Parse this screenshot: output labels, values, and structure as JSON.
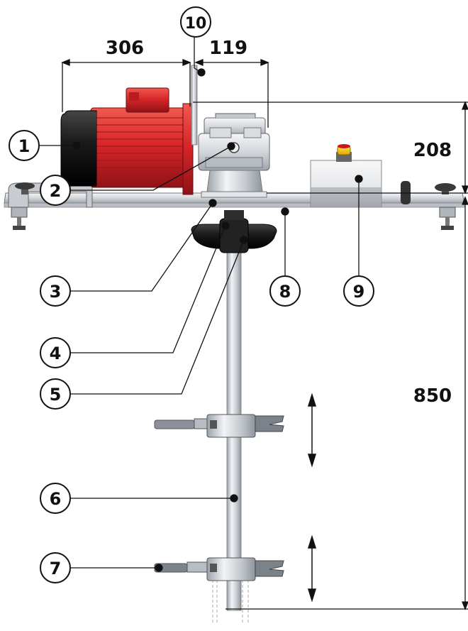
{
  "diagram": {
    "dimensions": {
      "top_left": "306",
      "top_right": "119",
      "right_upper": "208",
      "right_lower": "850"
    },
    "callouts": [
      "1",
      "2",
      "3",
      "4",
      "5",
      "6",
      "7",
      "8",
      "9",
      "10"
    ],
    "colors": {
      "motor_red": "#d8262a",
      "motor_black": "#1b1b1b",
      "steel": "#cfd4da",
      "line": "#111111"
    }
  }
}
